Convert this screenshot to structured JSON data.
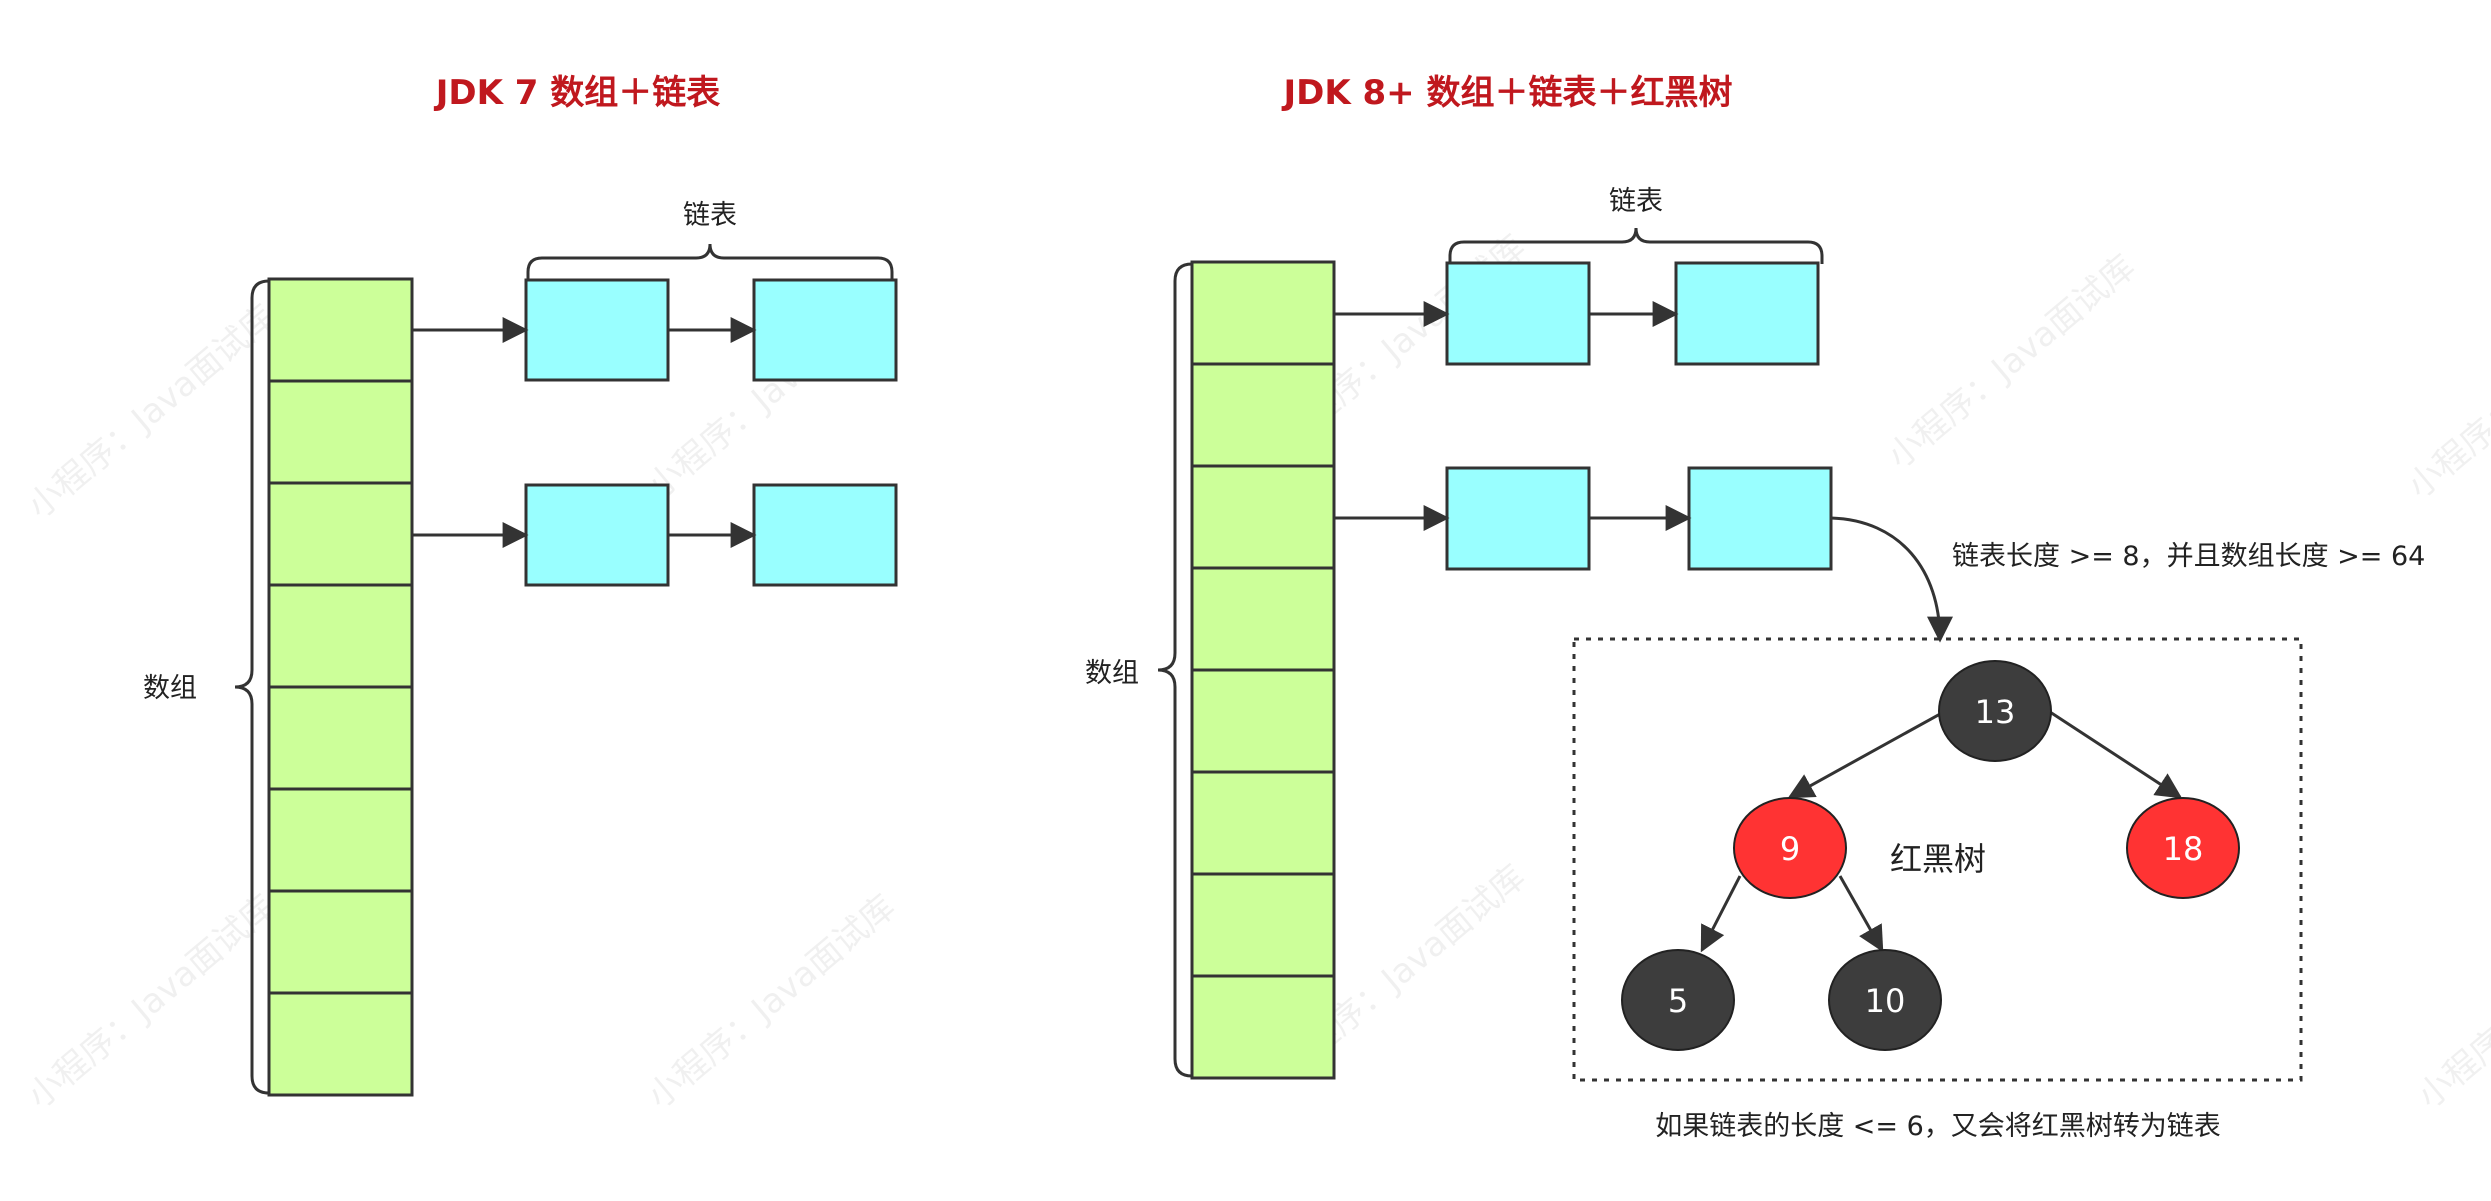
{
  "left_panel": {
    "title": "JDK 7 数组＋链表",
    "linked_list_label": "链表",
    "array_label": "数组"
  },
  "right_panel": {
    "title": "JDK 8+ 数组＋链表＋红黑树",
    "linked_list_label": "链表",
    "array_label": "数组",
    "treeify_condition": "链表长度 >= 8，并且数组长度 >= 64",
    "tree_label": "红黑树",
    "untreeify_note": "如果链表的长度 <= 6，又会将红黑树转为链表",
    "tree_nodes": [
      {
        "value": "13",
        "color": "black"
      },
      {
        "value": "9",
        "color": "red"
      },
      {
        "value": "18",
        "color": "red"
      },
      {
        "value": "5",
        "color": "black"
      },
      {
        "value": "10",
        "color": "black"
      }
    ]
  },
  "colors": {
    "array_cell": "#ccff99",
    "list_node": "#99ffff",
    "title": "#c0181e",
    "black_node": "#3d3d3d",
    "red_node": "#ff3333"
  },
  "watermark": "小程序：Java面试库"
}
